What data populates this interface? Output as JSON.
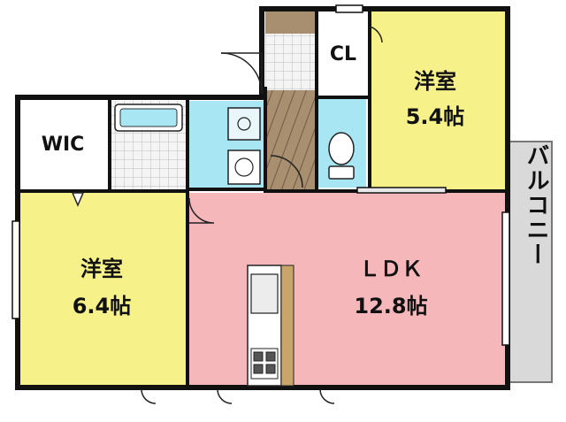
{
  "rooms": {
    "western_54": {
      "name": "洋室",
      "size": "5.4帖"
    },
    "western_64": {
      "name": "洋室",
      "size": "6.4帖"
    },
    "ldk": {
      "name": "ＬＤＫ",
      "size": "12.8帖"
    },
    "wic": {
      "name": "WIC"
    },
    "closet": {
      "name": "CL"
    },
    "balcony": {
      "name": "バルコニー"
    }
  },
  "colors": {
    "western_room": "#f7f18a",
    "ldk": "#f6b7bb",
    "wet_area": "#a9e6f4",
    "entrance_floor": "#a88f70",
    "balcony": "#d9d9d9",
    "storage": "#ffffff",
    "wall": "#111111"
  }
}
